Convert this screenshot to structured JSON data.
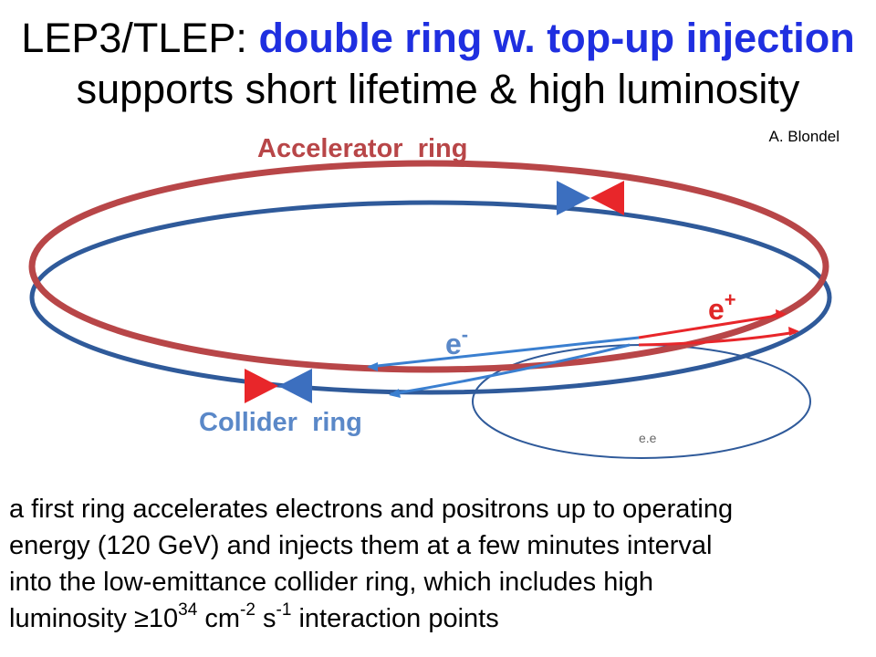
{
  "title": {
    "line1_prefix": "LEP3/TLEP: ",
    "line1_highlight": "double ring w. top-up injection",
    "line2": "supports short lifetime & high luminosity"
  },
  "credit": "A. Blondel",
  "diagram": {
    "accelerator_label": "Accelerator  ring",
    "collider_label": "Collider  ring",
    "electron_label": "e",
    "electron_sup": "-",
    "positron_label": "e",
    "positron_sup": "+",
    "partial_text": "e.e",
    "colors": {
      "accelerator": "#b84648",
      "collider": "#2f5a9a",
      "beam_blue": "#3a7fd0",
      "beam_red": "#e8262a",
      "label_red": "#e02727",
      "label_blue": "#5a88c8"
    }
  },
  "body": {
    "line1": "a first ring accelerates electrons and positrons up to operating",
    "line2": "energy (120 GeV) and injects them at a few minutes interval",
    "line3": "into the low-emittance collider ring, which includes high",
    "line4_prefix": "luminosity ≥10",
    "line4_sup1": "34",
    "line4_mid1": " cm",
    "line4_sup2": "-2",
    "line4_mid2": " s",
    "line4_sup3": "-1",
    "line4_suffix": " interaction points"
  }
}
